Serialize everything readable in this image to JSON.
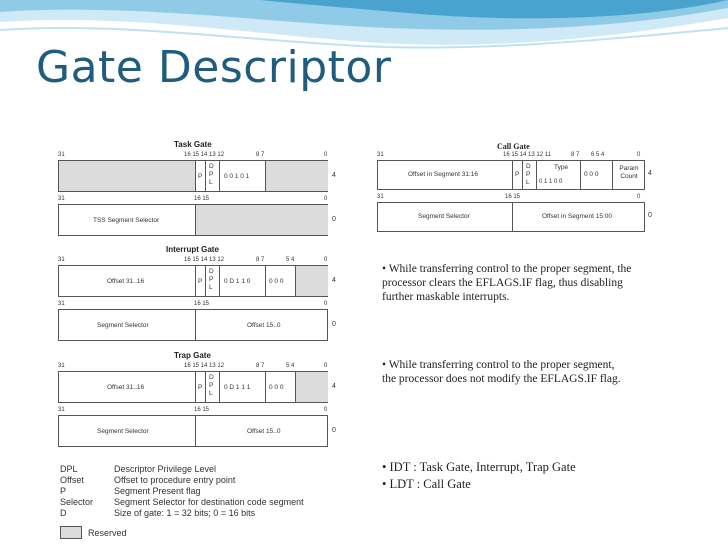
{
  "slide": {
    "title": "Gate Descriptor"
  },
  "task_gate": {
    "name": "Task Gate",
    "top_bits": [
      "31",
      "16 15 14 13 12",
      "8 7",
      "0"
    ],
    "top_cells": [
      "P",
      "D P L",
      "0 0 1 0 1"
    ],
    "top_offset": "4",
    "bottom_bits": [
      "31",
      "16 15",
      "0"
    ],
    "bottom_cells": [
      "TSS Segment Selector"
    ],
    "bottom_offset": "0"
  },
  "interrupt_gate": {
    "name": "Interrupt Gate",
    "top_bits": [
      "31",
      "16 15 14 13 12",
      "8 7",
      "5 4",
      "0"
    ],
    "top_cells": [
      "Offset 31..16",
      "P",
      "D P L",
      "0 D 1 1 0",
      "0 0 0"
    ],
    "top_offset": "4",
    "bottom_bits": [
      "31",
      "16 15",
      "0"
    ],
    "bottom_cells": [
      "Segment Selector",
      "Offset 15..0"
    ],
    "bottom_offset": "0"
  },
  "trap_gate": {
    "name": "Trap Gate",
    "top_bits": [
      "31",
      "16 15 14 13 12",
      "8 7",
      "5 4",
      "0"
    ],
    "top_cells": [
      "Offset 31..16",
      "P",
      "D P L",
      "0 D 1 1 1",
      "0 0 0"
    ],
    "top_offset": "4",
    "bottom_bits": [
      "31",
      "16 15",
      "0"
    ],
    "bottom_cells": [
      "Segment Selector",
      "Offset 15..0"
    ],
    "bottom_offset": "0"
  },
  "call_gate": {
    "name": "Call Gate",
    "top_bits": [
      "31",
      "16 15 14 13 12 11",
      "8 7",
      "6 5 4",
      "0"
    ],
    "top_cells": [
      "Offset in Segment 31:16",
      "P",
      "D P L",
      "Type",
      "0 1 1 0 0",
      "0 0 0",
      "Param Count"
    ],
    "top_offset": "4",
    "bottom_bits": [
      "31",
      "16 15",
      "0"
    ],
    "bottom_cells": [
      "Segment Selector",
      "Offset in Segment 15:00"
    ],
    "bottom_offset": "0"
  },
  "bullets": {
    "interrupt": "• While transferring control to the proper segment, the processor clears the EFLAGS.IF flag,  thus disabling further maskable interrupts.",
    "trap": "• While transferring control to the proper segment, the processor does not modify the EFLAGS.IF flag.",
    "idt": "• IDT : Task Gate, Interrupt, Trap Gate",
    "ldt": "• LDT :  Call Gate"
  },
  "legend": {
    "items": [
      {
        "key": "DPL",
        "desc": "Descriptor Privilege Level"
      },
      {
        "key": "Offset",
        "desc": "Offset to procedure entry point"
      },
      {
        "key": "P",
        "desc": "Segment Present flag"
      },
      {
        "key": "Selector",
        "desc": "Segment Selector for destination code segment"
      },
      {
        "key": "D",
        "desc": "Size of gate: 1 = 32 bits; 0 = 16 bits"
      }
    ],
    "reserved": "Reserved"
  },
  "colors": {
    "title": "#1f5c7e",
    "wave_light": "#a9d8ee",
    "wave_dark": "#4aa3cf",
    "reserved_fill": "#dcdcdc"
  }
}
